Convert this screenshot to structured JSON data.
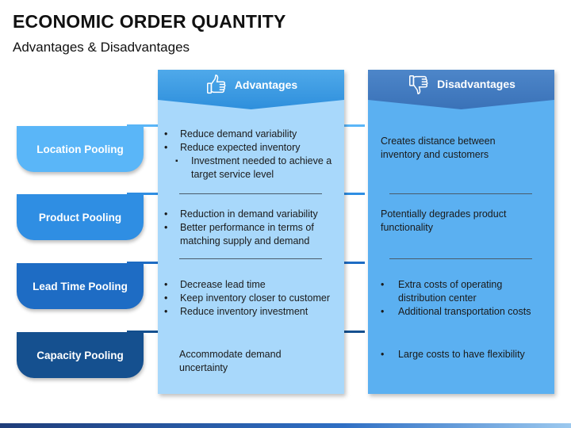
{
  "title": "ECONOMIC ORDER QUANTITY",
  "subtitle": "Advantages & Disadvantages",
  "columns": {
    "advantages": {
      "label": "Advantages",
      "icon": "thumbs-up-icon"
    },
    "disadvantages": {
      "label": "Disadvantages",
      "icon": "thumbs-down-icon"
    }
  },
  "rows": [
    {
      "label": "Location Pooling",
      "color": "#5ab6f8",
      "adv": {
        "bullets": [
          "Reduce demand variability",
          "Reduce expected inventory"
        ],
        "sub": "Investment needed to achieve a target service level"
      },
      "dis": {
        "text": "Creates distance between inventory and customers"
      }
    },
    {
      "label": "Product Pooling",
      "color": "#2f8ee3",
      "adv": {
        "bullets": [
          "Reduction in demand variability",
          "Better performance in terms of matching supply and demand"
        ]
      },
      "dis": {
        "text": "Potentially degrades product functionality"
      }
    },
    {
      "label": "Lead Time Pooling",
      "color": "#1e6cc4",
      "adv": {
        "bullets": [
          "Decrease lead time",
          "Keep inventory closer to customer",
          "Reduce inventory investment"
        ]
      },
      "dis": {
        "bullets": [
          "Extra costs of operating distribution center",
          "Additional transportation costs"
        ]
      }
    },
    {
      "label": "Capacity Pooling",
      "color": "#15508f",
      "adv": {
        "text": "Accommodate demand uncertainty"
      },
      "dis": {
        "bullets": [
          "Large costs to have flexibility"
        ]
      }
    }
  ]
}
